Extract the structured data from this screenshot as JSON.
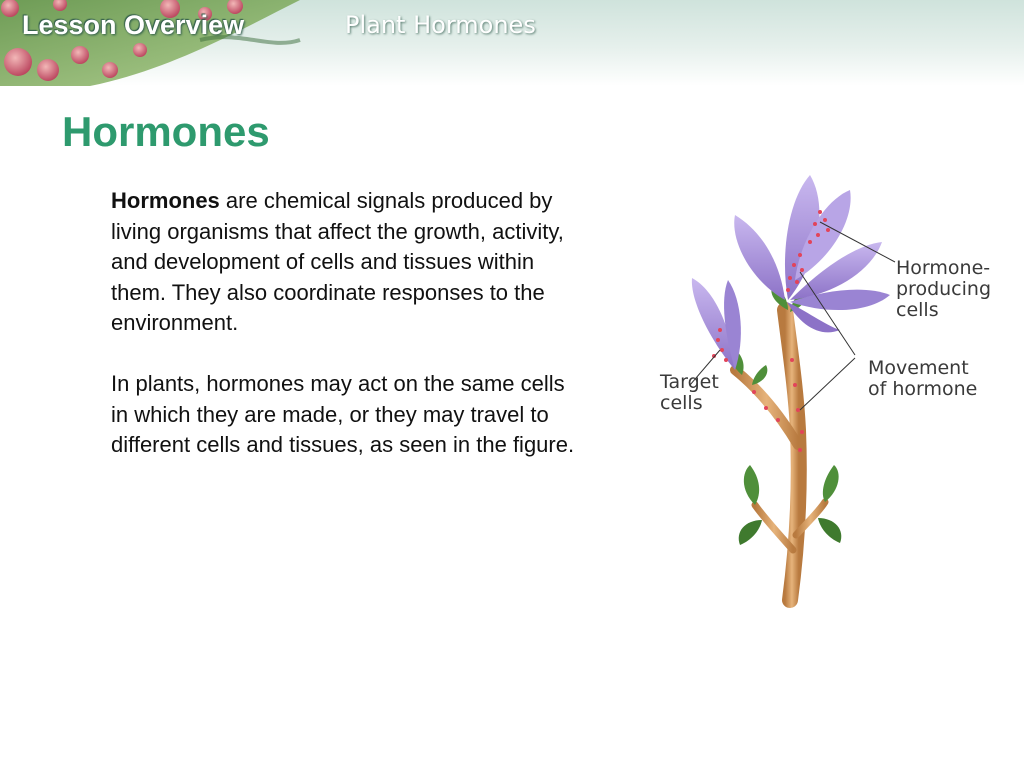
{
  "header": {
    "lesson_label": "Lesson Overview",
    "unit_title": "Plant Hormones"
  },
  "slide": {
    "title": "Hormones",
    "paragraph1_term": "Hormones",
    "paragraph1_rest": " are chemical signals produced by living organisms that affect the growth, activity, and development of cells and tissues within them. They also coordinate responses to the environment.",
    "paragraph2": "In plants, hormones may act on the same cells in which they are made, or they may travel to different cells and tissues, as seen in the figure."
  },
  "figure": {
    "label_hormone_producing": "Hormone-\nproducing\ncells",
    "label_movement": "Movement\nof hormone",
    "label_target": "Target\ncells"
  },
  "colors": {
    "title_green": "#2e9a6e",
    "petal_purple": "#a58fd6",
    "stem_brown": "#c98f55",
    "hormone_red": "#e2445a"
  }
}
